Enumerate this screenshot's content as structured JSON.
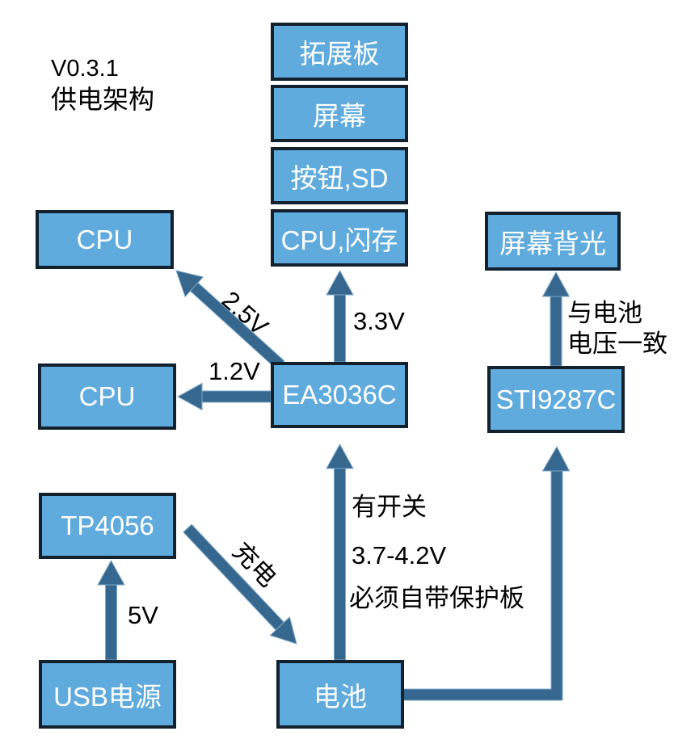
{
  "title": {
    "version": "V0.3.1",
    "subtitle": "供电架构"
  },
  "boxes": {
    "expansion_board": "拓展板",
    "screen": "屏幕",
    "button_sd": "按钮,SD",
    "cpu_flash": "CPU,闪存",
    "cpu_upper": "CPU",
    "cpu_lower": "CPU",
    "ea3036c": "EA3036C",
    "screen_backlight": "屏幕背光",
    "sti9287c": "STI9287C",
    "tp4056": "TP4056",
    "usb_power": "USB电源",
    "battery": "电池"
  },
  "arrow_labels": {
    "v3_3": "3.3V",
    "v2_5": "2.5V",
    "v1_2": "1.2V",
    "v5": "5V",
    "charge": "充电",
    "battery_note_1": "有开关",
    "battery_note_2": "3.7-4.2V",
    "battery_note_3": "必须自带保护板",
    "backlight_note_1": "与电池",
    "backlight_note_2": "电压一致"
  },
  "colors": {
    "background": "#ffffff",
    "box_fill": "#5fabdd",
    "box_border": "#13202e",
    "box_text": "#ffffff",
    "arrow_fill": "#35678f",
    "arrow_edge": "#7ea9c8",
    "label_text": "#000000"
  }
}
